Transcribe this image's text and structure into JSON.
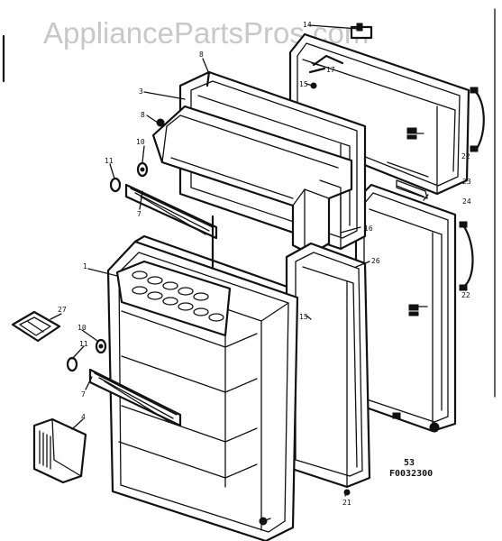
{
  "watermark": "AppliancePartsPros.com",
  "diagram_code_top": "53",
  "diagram_code": "F0032300",
  "callouts": {
    "c1": "1",
    "c3": "3",
    "c4": "4",
    "c7a": "7",
    "c7b": "7",
    "c8a": "8",
    "c8b": "8",
    "c10a": "10",
    "c10b": "10",
    "c11a": "11",
    "c11b": "11",
    "c14": "14",
    "c15a": "15",
    "c15b": "15",
    "c16": "16",
    "c17": "17",
    "c21": "21",
    "c22a": "22",
    "c22b": "22",
    "c23": "23",
    "c24": "24",
    "c26": "26",
    "c27": "27"
  },
  "colors": {
    "line": "#111111",
    "paper": "#ffffff",
    "watermark": "#c8c8c8"
  }
}
